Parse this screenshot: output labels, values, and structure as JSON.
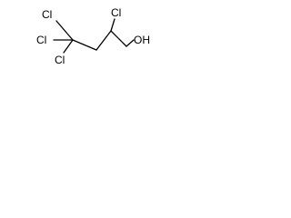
{
  "molecule": {
    "atoms": {
      "cl_top_left": "Cl",
      "cl_middle_left": "Cl",
      "cl_bottom_left": "Cl",
      "cl_top_right": "Cl",
      "hydroxyl": "OH"
    },
    "colors": {
      "bond": "#000000",
      "label": "#000000",
      "background": "#ffffff"
    }
  }
}
